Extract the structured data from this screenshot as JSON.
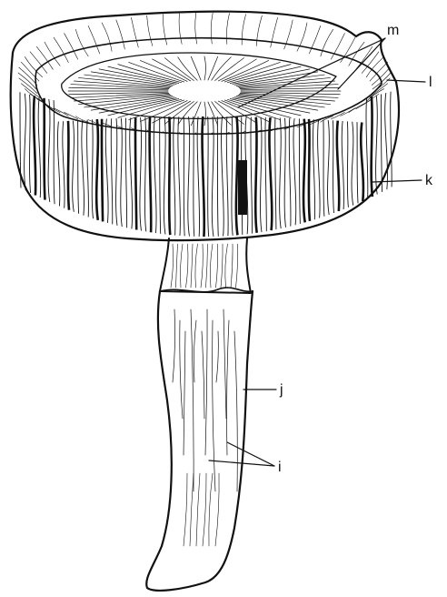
{
  "figure": {
    "labels": {
      "m": "m",
      "l": "l",
      "k": "k",
      "j": "j",
      "i": "i"
    }
  },
  "colors": {
    "ink": "#111111",
    "paper": "#ffffff"
  }
}
